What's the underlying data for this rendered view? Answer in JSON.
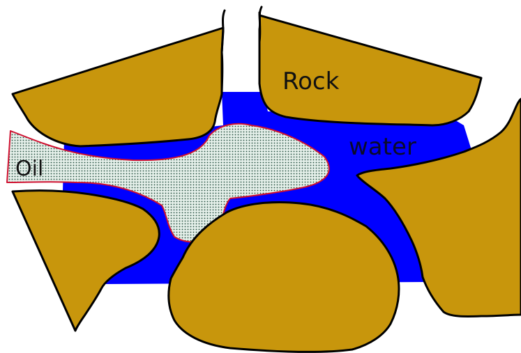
{
  "labels": {
    "rock": "Rock",
    "water": "water",
    "oil": "Oil"
  },
  "colors": {
    "rock": "#c8960c",
    "water": "#0000ff",
    "oil_fill": "#e4efe9",
    "oil_dots": "#1f4a3a",
    "oil_outline": "#d01030",
    "outline": "#000000"
  }
}
